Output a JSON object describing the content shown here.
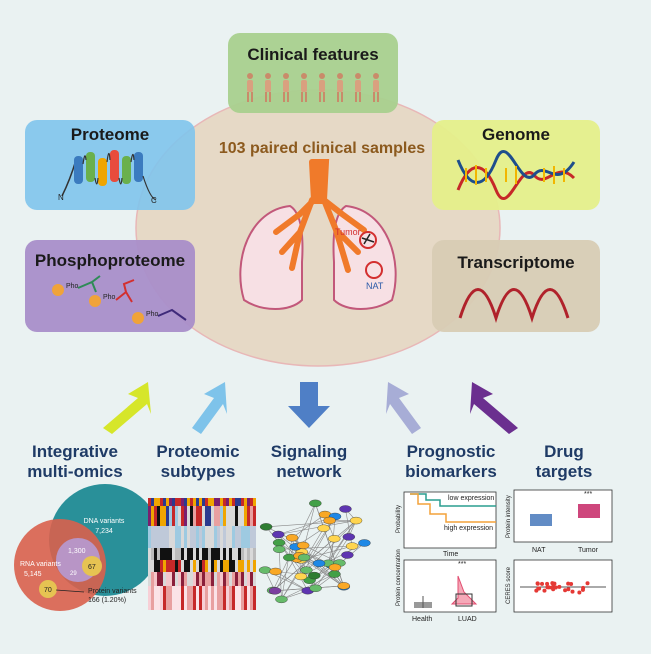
{
  "center": {
    "title": "103 paired clinical samples",
    "tumor_label": "Tumor",
    "nat_label": "NAT"
  },
  "boxes": {
    "clinical": "Clinical features",
    "proteome": "Proteome",
    "genome": "Genome",
    "phospho": "Phosphoproteome",
    "transcriptome": "Transcriptome"
  },
  "proteome_termini": {
    "n": "N",
    "c": "C"
  },
  "phospho_label": "Pho",
  "categories": {
    "c1": {
      "line1": "Integrative",
      "line2": "multi-omics"
    },
    "c2": {
      "line1": "Proteomic",
      "line2": "subtypes"
    },
    "c3": {
      "line1": "Signaling",
      "line2": "network"
    },
    "c4": {
      "line1": "Prognostic",
      "line2": "biomarkers"
    },
    "c5": {
      "line1": "Drug",
      "line2": "targets"
    }
  },
  "venn": {
    "dna": {
      "label": "DNA variants",
      "value": "7,234"
    },
    "rna": {
      "label": "RNA variants",
      "value": "5,145"
    },
    "protein": {
      "label": "Protein variants",
      "value": "166 (1.20%)"
    },
    "overlaps": {
      "dna_rna": "1,300",
      "dna_prot": "67",
      "rna_prot": "70",
      "center": "29"
    }
  },
  "survival": {
    "low": "low expression",
    "high": "high expression",
    "ylabel": "Probability",
    "xlabel": "Time"
  },
  "boxplot_conc": {
    "ylabel": "Protein concentration",
    "groups": [
      "Health",
      "LUAD"
    ],
    "sig": "***"
  },
  "boxplot_int": {
    "ylabel": "Protein intensity",
    "groups": [
      "NAT",
      "Tumor"
    ],
    "sig": "***"
  },
  "ceres": {
    "ylabel": "CERES score"
  },
  "colors": {
    "clinical": "#a9d08e",
    "proteome": "#7fc4ec",
    "genome": "#e5ef8a",
    "phospho": "#a98ec9",
    "transcriptome": "#d8ccb4",
    "ellipse": "#e6d9c6",
    "arrow1": "#d6e62a",
    "arrow2": "#7ec3ea",
    "arrow3": "#4f7fc6",
    "arrow4": "#a7add6",
    "arrow5": "#6b2f8f"
  }
}
